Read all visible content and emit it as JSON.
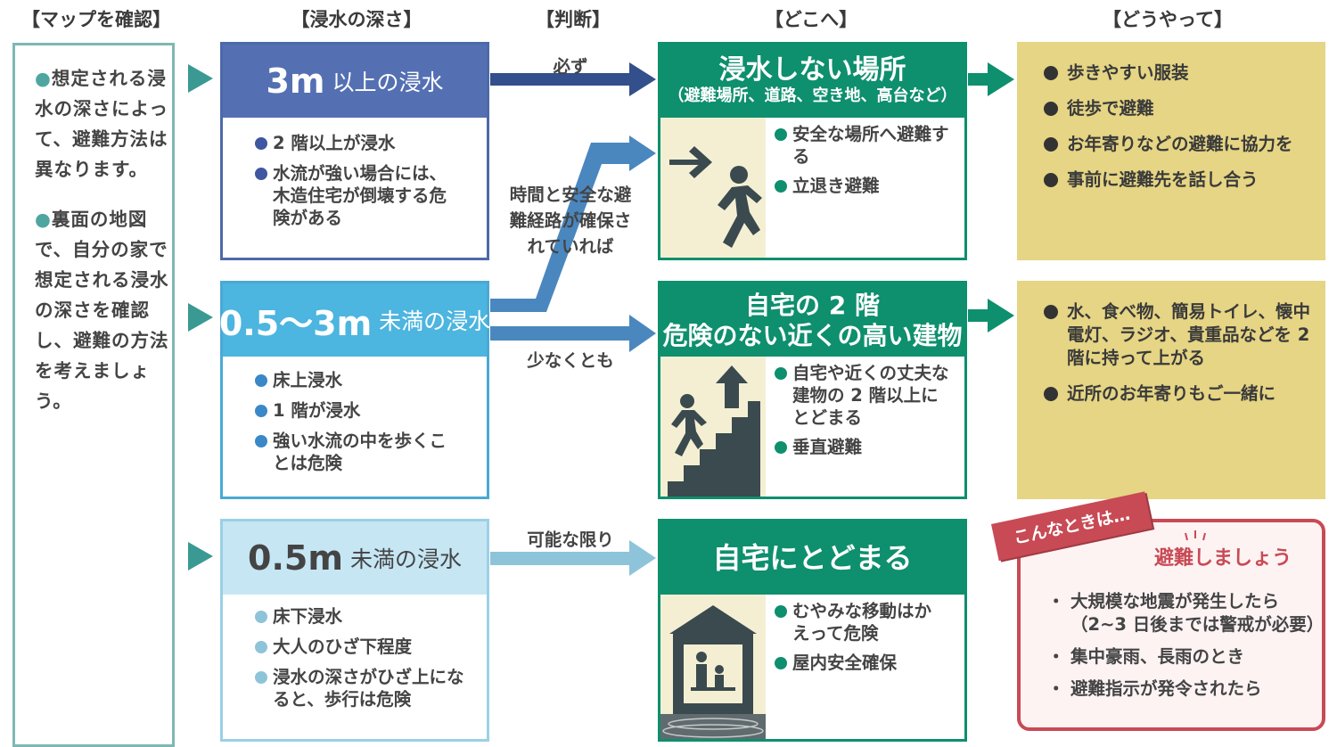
{
  "headers": {
    "map": "【マップを確認】",
    "depth": "【浸水の深さ】",
    "judge": "【判断】",
    "where": "【どこへ】",
    "how": "【どうやって】"
  },
  "left_notes": [
    "想定される浸水の深さによって、避難方法は異なります。",
    "裏面の地図で、自分の家で想定される浸水の深さを確認し、避難の方法を考えましょう。"
  ],
  "depths": [
    {
      "value": "3m",
      "suffix": "以上の浸水",
      "items": [
        "2 階以上が浸水",
        "水流が強い場合には、木造住宅が倒壊する危険がある"
      ]
    },
    {
      "value": "0.5～3m",
      "suffix": "未満の浸水",
      "items": [
        "床上浸水",
        "1 階が浸水",
        "強い水流の中を歩くことは危険"
      ]
    },
    {
      "value": "0.5m",
      "suffix": "未満の浸水",
      "items": [
        "床下浸水",
        "大人のひざ下程度",
        "浸水の深さがひざ上になると、歩行は危険"
      ]
    }
  ],
  "arrow_labels": {
    "must": "必ず",
    "if_safe": "時間と安全な避難経路が確保されていれば",
    "at_least": "少なくとも",
    "if_possible": "可能な限り"
  },
  "destinations": [
    {
      "title": "浸水しない場所",
      "subtitle": "（避難場所、道路、空き地、高台など）",
      "icon": "running-exit-icon",
      "items": [
        "安全な場所へ避難する",
        "立退き避難"
      ]
    },
    {
      "title": "自宅の 2 階",
      "title2": "危険のない近くの高い建物",
      "icon": "stairs-up-icon",
      "items": [
        "自宅や近くの丈夫な建物の 2 階以上にとどまる",
        "垂直避難"
      ]
    },
    {
      "title": "自宅にとどまる",
      "icon": "house-shelter-icon",
      "items": [
        "むやみな移動はかえって危険",
        "屋内安全確保"
      ]
    }
  ],
  "how": [
    {
      "items": [
        "歩きやすい服装",
        "徒歩で避難",
        "お年寄りなどの避難に協力を",
        "事前に避難先を話し合う"
      ]
    },
    {
      "items": [
        "水、食べ物、簡易トイレ、懐中電灯、ラジオ、貴重品などを 2 階に持って上がる",
        "近所のお年寄りもご一緒に"
      ]
    }
  ],
  "warning": {
    "ribbon": "こんなときは…",
    "title": "避難しましょう",
    "items": [
      "大規模な地震が発生したら（2~3 日後までは警戒が必要）",
      "集中豪雨、長雨のとき",
      "避難指示が発令されたら"
    ]
  },
  "colors": {
    "depth_3m": "#5470b3",
    "depth_mid": "#4cb5e0",
    "depth_low": "#c6e6f4",
    "green": "#0e8f6e",
    "yellow": "#e5d584",
    "red": "#c84a55"
  }
}
